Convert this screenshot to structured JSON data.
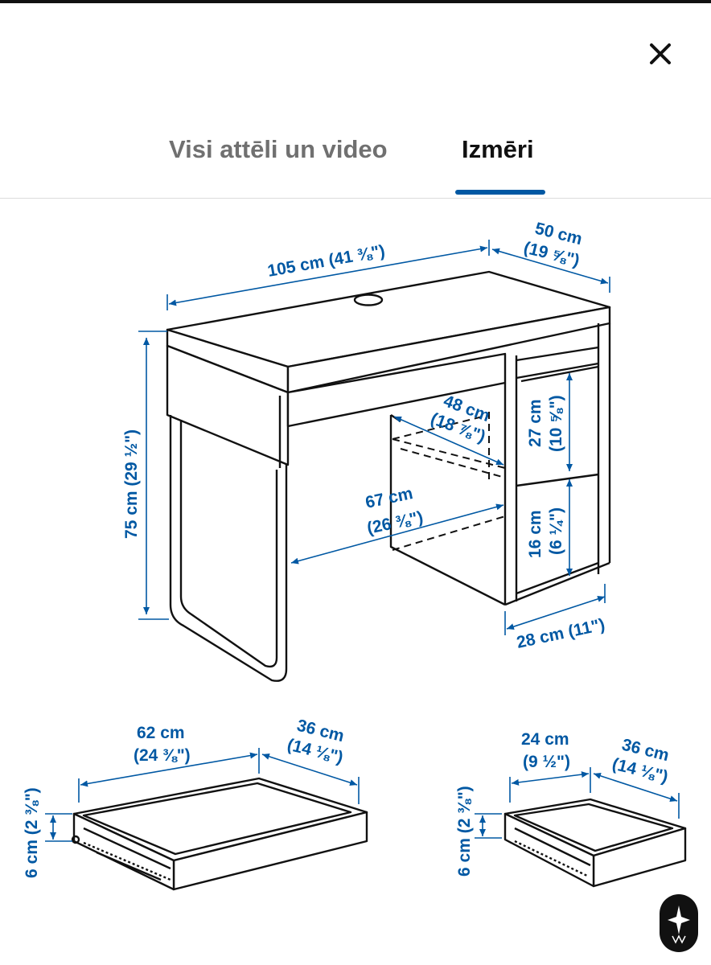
{
  "header": {
    "close_icon": "close-icon"
  },
  "tabs": [
    {
      "label": "Visi attēli un video",
      "active": false
    },
    {
      "label": "Izmēri",
      "active": true
    }
  ],
  "colors": {
    "accent": "#0058a3",
    "line": "#111111",
    "inactive_tab": "#707070"
  },
  "desk": {
    "width": "105 cm (41 ⅜\")",
    "depth_cm": "50 cm",
    "depth_in": "(19 ⅝\")",
    "height": "75 cm (29 ½\")",
    "inner_depth_cm": "48 cm",
    "inner_depth_in": "(18 ⅞\")",
    "knee_width_cm": "67 cm",
    "knee_width_in": "(26 ⅜\")",
    "shelf_upper_cm": "27 cm",
    "shelf_upper_in": "(10 ⅝\")",
    "shelf_lower_cm": "16 cm",
    "shelf_lower_in": "(6 ¼\")",
    "cabinet_depth": "28 cm (11\")"
  },
  "drawer_large": {
    "width_cm": "62 cm",
    "width_in": "(24 ⅜\")",
    "depth_cm": "36 cm",
    "depth_in": "(14 ⅛\")",
    "height": "6 cm (2 ⅜\")"
  },
  "drawer_small": {
    "width_cm": "24 cm",
    "width_in": "(9 ½\")",
    "depth_cm": "36 cm",
    "depth_in": "(14 ⅛\")",
    "height": "6 cm (2 ⅜\")"
  }
}
